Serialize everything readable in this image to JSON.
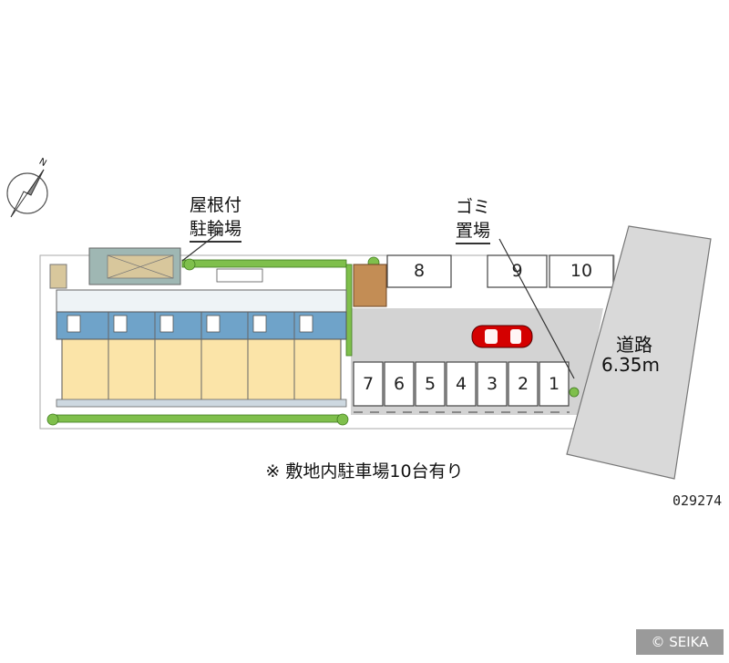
{
  "labels": {
    "bicycle_parking": [
      "屋根付",
      "駐輪場"
    ],
    "garbage_area": [
      "ゴミ",
      "置場"
    ],
    "road": [
      "道路",
      "6.35m"
    ],
    "note": "※ 敷地内駐車場10台有り",
    "code": "029274",
    "copyright": "© SEIKA"
  },
  "compass": {
    "letter": "N"
  },
  "parking": {
    "top_row": [
      "8",
      "9",
      "10"
    ],
    "bottom_row": [
      "7",
      "6",
      "5",
      "4",
      "3",
      "2",
      "1"
    ]
  },
  "colors": {
    "road": "#d9d9d9",
    "lot": "#d4d4d4",
    "building": "#fbe4a8",
    "building_dark": "#6fa3c9",
    "car": "#d40000",
    "vegetation": "#7fbf4c"
  }
}
